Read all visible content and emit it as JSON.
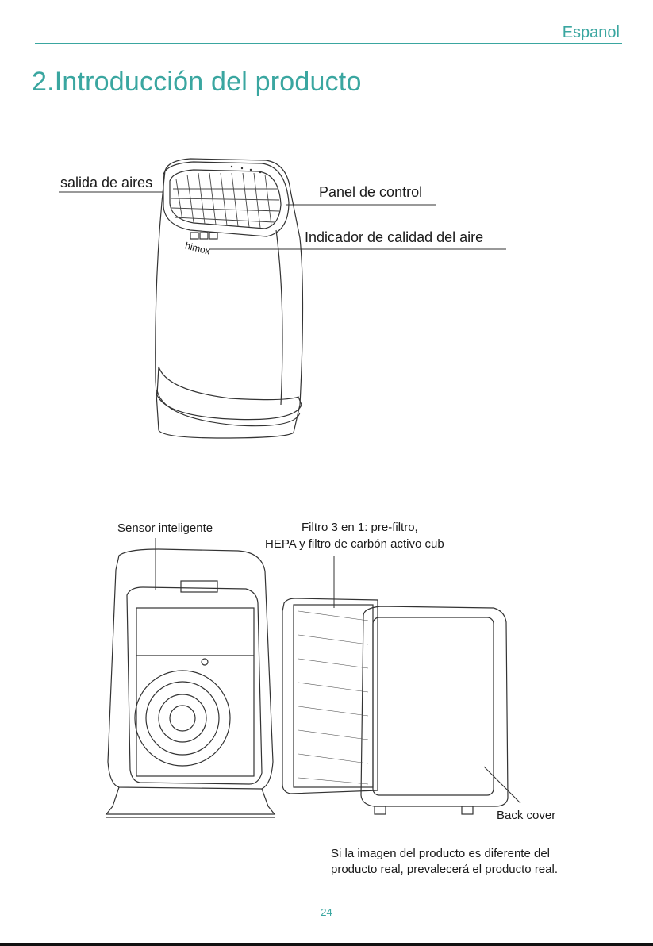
{
  "header": {
    "language": "Espanol"
  },
  "title": "2.Introducción del producto",
  "front_view": {
    "labels": {
      "air_outlet": "salida de aires",
      "control_panel": "Panel de control",
      "air_quality": "Indicador de calidad del aire"
    },
    "brand_logo": "himox"
  },
  "back_view": {
    "labels": {
      "sensor": "Sensor inteligente",
      "filter_line1": "Filtro 3 en 1: pre-filtro,",
      "filter_line2": "HEPA y filtro de carbón activo cub",
      "back_cover": "Back cover"
    }
  },
  "note": {
    "line1": "Si la imagen del producto es diferente del",
    "line2": "producto real, prevalecerá el producto real."
  },
  "page_number": "24"
}
